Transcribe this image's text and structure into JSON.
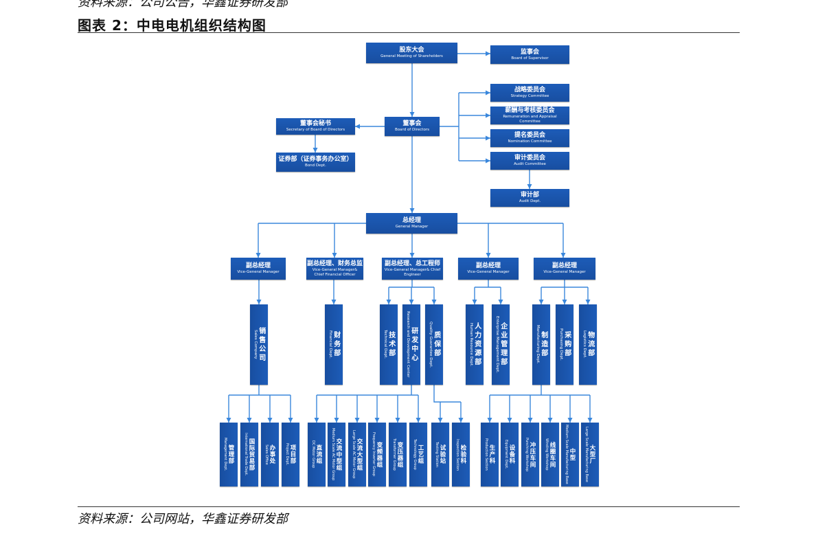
{
  "page": {
    "source_top": "资料来源：公司公告，华鑫证券研发部",
    "title": "图表 2：中电电机组织结构图",
    "source_bottom": "资料来源：公司网站，华鑫证券研发部"
  },
  "colors": {
    "box": "#1d5cb8",
    "box_dark": "#184ea0",
    "connector": "#3a87dc"
  },
  "org": {
    "shareholders": {
      "cn": "股东大会",
      "en": "General Meeting of Shareholders"
    },
    "supervisor": {
      "cn": "监事会",
      "en": "Board of Supervisor"
    },
    "committees": [
      {
        "cn": "战略委员会",
        "en": "Strategy Committee"
      },
      {
        "cn": "薪酬与考核委员会",
        "en": "Remuneration and Appraisal Committee"
      },
      {
        "cn": "提名委员会",
        "en": "Nomination Committee"
      },
      {
        "cn": "审计委员会",
        "en": "Audit Committee"
      }
    ],
    "audit_dept": {
      "cn": "审计部",
      "en": "Audit Dept."
    },
    "board": {
      "cn": "董事会",
      "en": "Board of Directors"
    },
    "secretary": {
      "cn": "董事会秘书",
      "en": "Secretary of Board of Directors"
    },
    "bond_dept": {
      "cn": "证券部（证券事务办公室）",
      "en": "Bond Dept."
    },
    "general_manager": {
      "cn": "总经理",
      "en": "General Manager"
    },
    "vice_gms": [
      {
        "cn": "副总经理",
        "en": "Vice-General Manager"
      },
      {
        "cn": "副总经理、财务总监",
        "en": "Vice-General Manager& Chief Financial Officer"
      },
      {
        "cn": "副总经理、总工程师",
        "en": "Vice-General Manager& Chief Engineer"
      },
      {
        "cn": "副总经理",
        "en": "Vice-General Manager"
      },
      {
        "cn": "副总经理",
        "en": "Vice-General Manager"
      }
    ],
    "departments": [
      {
        "cn": "销售公司",
        "en": "Sales Company"
      },
      {
        "cn": "财务部",
        "en": "Financial Dept."
      },
      {
        "cn": "技术部",
        "en": "Technical Dept."
      },
      {
        "cn": "研发中心",
        "en": "Research and Development Center"
      },
      {
        "cn": "质保部",
        "en": "Quality Guarantee Dept."
      },
      {
        "cn": "人力资源部",
        "en": "Human Resource Dept."
      },
      {
        "cn": "企业管理部",
        "en": "Enterprise Management Dept."
      },
      {
        "cn": "制造部",
        "en": "Manufacturing Dept."
      },
      {
        "cn": "采购部",
        "en": "Purchasing Dept."
      },
      {
        "cn": "物流部",
        "en": "Logistics Dept."
      }
    ],
    "sections": [
      {
        "cn": "管理部",
        "en": "Management Dept."
      },
      {
        "cn": "国际贸易部",
        "en": "International Trade Dept."
      },
      {
        "cn": "办事处",
        "en": "Sales Office"
      },
      {
        "cn": "项目部",
        "en": "Project Dept."
      },
      {
        "cn": "直流组",
        "en": "DC Motor Group"
      },
      {
        "cn": "交流中型组",
        "en": "Medium Scale AC Motor Group"
      },
      {
        "cn": "交流大型组",
        "en": "Large Scale AC Motor Group"
      },
      {
        "cn": "变频器组",
        "en": "Frequency Inverter Group"
      },
      {
        "cn": "变压器组",
        "en": "Transformer Group"
      },
      {
        "cn": "工艺组",
        "en": "Technology Group"
      },
      {
        "cn": "试验站",
        "en": "Testing Station"
      },
      {
        "cn": "检验科",
        "en": "Inspection Section"
      },
      {
        "cn": "生产科",
        "en": "Production Section"
      },
      {
        "cn": "设备科",
        "en": "Equipment Dept."
      },
      {
        "cn": "冲压车间",
        "en": "Punching Workshop"
      },
      {
        "cn": "线圈车间",
        "en": "Winding Workshop"
      },
      {
        "cn": "中型",
        "en": "Medium Scale Manufacturing Base"
      },
      {
        "cn": "大型厂",
        "en": "Large Scale Manufacturing Base"
      }
    ]
  }
}
